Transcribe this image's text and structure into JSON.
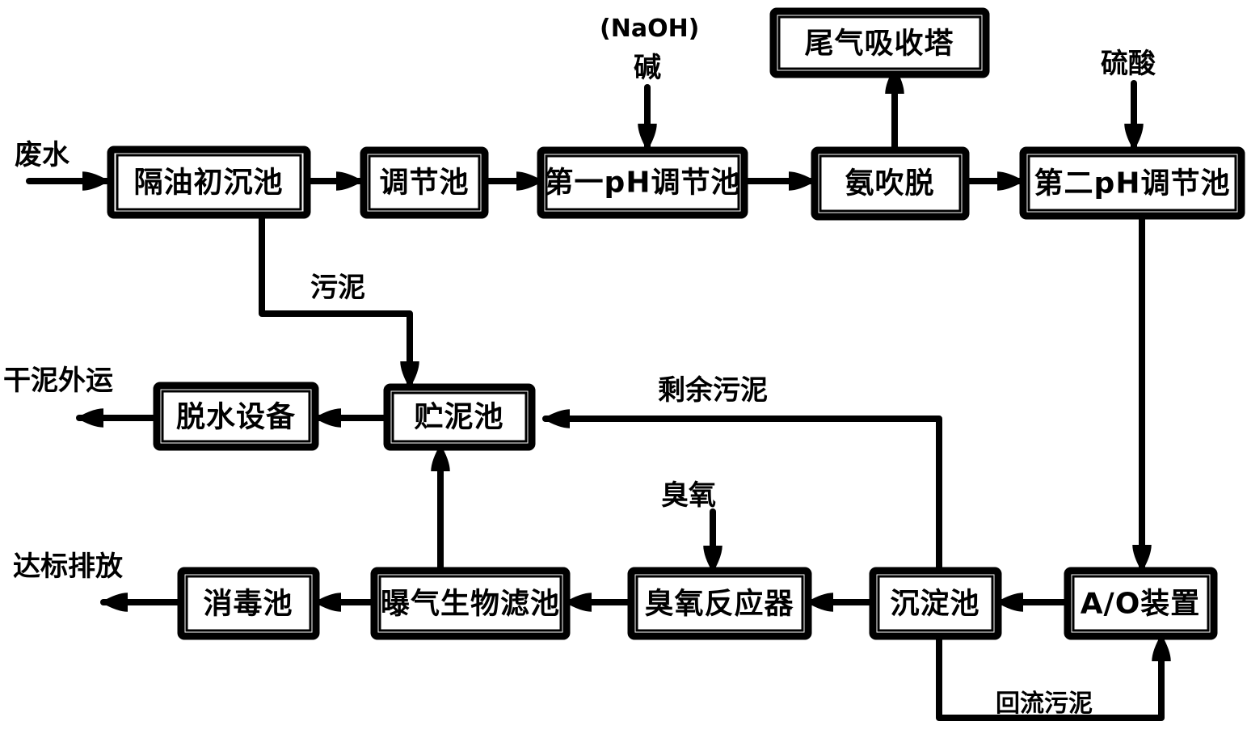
{
  "diagram": {
    "type": "process-flow",
    "title": "",
    "nodes": {
      "oil_separation": "隔油初沉池",
      "equalization": "调节池",
      "ph1": "第一pH调节池",
      "ammonia_stripping": "氨吹脱",
      "tail_gas_tower": "尾气吸收塔",
      "ph2": "第二pH调节池",
      "ao_unit": "A/O装置",
      "sedimentation": "沉淀池",
      "ozone_reactor": "臭氧反应器",
      "baf": "曝气生物滤池",
      "disinfection": "消毒池",
      "sludge_storage": "贮泥池",
      "dewatering": "脱水设备"
    },
    "labels": {
      "wastewater": "废水",
      "naoh": "(NaOH)",
      "alkali": "碱",
      "sulfuric_acid": "硫酸",
      "sludge": "污泥",
      "dry_sludge_out": "干泥外运",
      "excess_sludge": "剩余污泥",
      "ozone": "臭氧",
      "discharge": "达标排放",
      "return_sludge": "回流污泥"
    },
    "edges": [
      {
        "from": "wastewater",
        "to": "oil_separation"
      },
      {
        "from": "oil_separation",
        "to": "equalization"
      },
      {
        "from": "equalization",
        "to": "ph1"
      },
      {
        "from": "alkali",
        "to": "ph1"
      },
      {
        "from": "ph1",
        "to": "ammonia_stripping"
      },
      {
        "from": "ammonia_stripping",
        "to": "tail_gas_tower"
      },
      {
        "from": "ammonia_stripping",
        "to": "ph2"
      },
      {
        "from": "sulfuric_acid",
        "to": "ph2"
      },
      {
        "from": "ph2",
        "to": "ao_unit"
      },
      {
        "from": "ao_unit",
        "to": "sedimentation"
      },
      {
        "from": "sedimentation",
        "to": "ao_unit",
        "label": "return_sludge"
      },
      {
        "from": "sedimentation",
        "to": "sludge_storage",
        "label": "excess_sludge"
      },
      {
        "from": "sedimentation",
        "to": "ozone_reactor"
      },
      {
        "from": "ozone",
        "to": "ozone_reactor"
      },
      {
        "from": "ozone_reactor",
        "to": "baf"
      },
      {
        "from": "baf",
        "to": "disinfection"
      },
      {
        "from": "baf",
        "to": "sludge_storage"
      },
      {
        "from": "disinfection",
        "to": "discharge"
      },
      {
        "from": "oil_separation",
        "to": "sludge_storage",
        "label": "sludge"
      },
      {
        "from": "sludge_storage",
        "to": "dewatering"
      },
      {
        "from": "dewatering",
        "to": "dry_sludge_out"
      }
    ]
  }
}
